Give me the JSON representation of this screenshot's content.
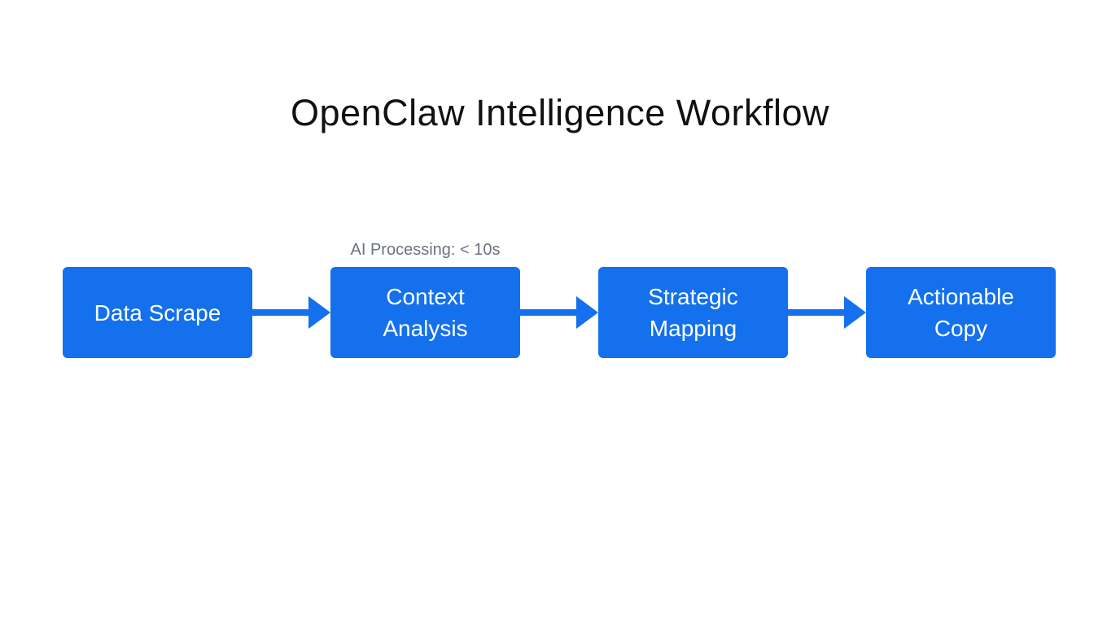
{
  "title": "OpenClaw Intelligence Workflow",
  "colors": {
    "page_bg": "#ffffff",
    "title_text": "#111111",
    "node_fill": "#1470ec",
    "node_text": "#ffffff",
    "arrow": "#1470ec",
    "annotation_text": "#6b7280"
  },
  "flow": {
    "nodes": [
      {
        "label": "Data Scrape"
      },
      {
        "label": "Context Analysis",
        "annotation": "AI Processing: < 10s"
      },
      {
        "label": "Strategic Mapping"
      },
      {
        "label": "Actionable Copy"
      }
    ]
  }
}
